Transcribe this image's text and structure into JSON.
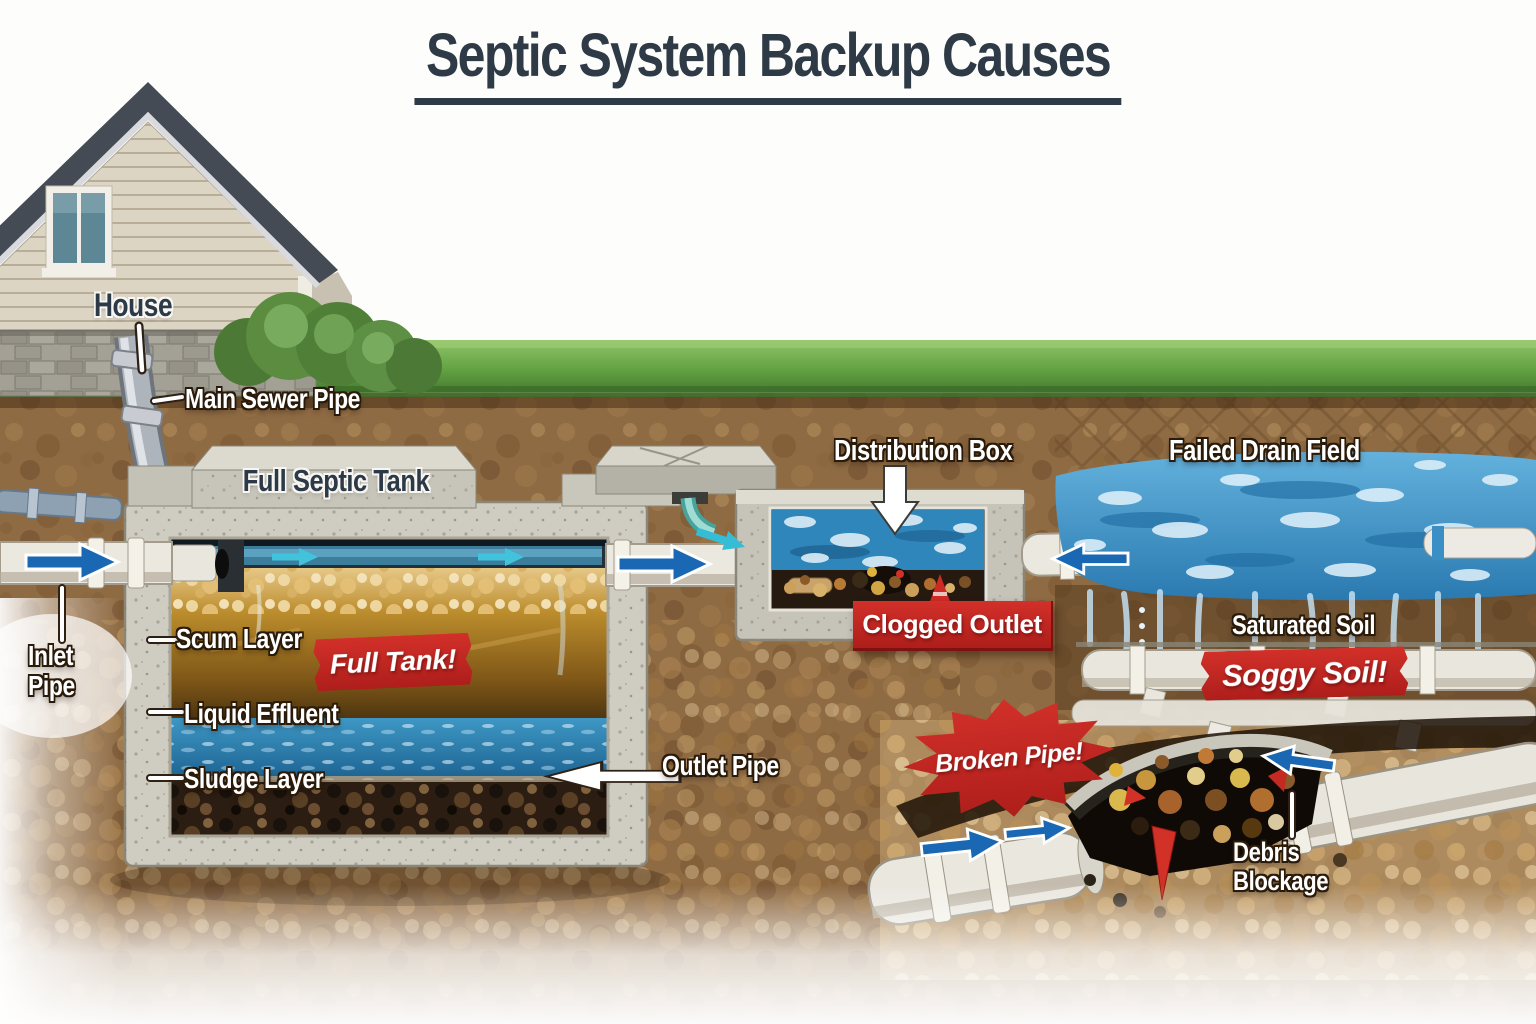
{
  "title": {
    "text": "Septic System Backup Causes"
  },
  "house": {
    "label": "House",
    "sewer_pipe_label": "Main Sewer Pipe"
  },
  "septic_tank": {
    "title": "Full Septic Tank",
    "inlet_pipe_label": "Inlet Pipe",
    "scum_layer_label": "Scum Layer",
    "liquid_effluent_label": "Liquid Effluent",
    "sludge_layer_label": "Sludge Layer",
    "outlet_pipe_label": "Outlet Pipe",
    "warning_full_tank": "Full Tank!"
  },
  "distribution_box": {
    "label": "Distribution Box",
    "warning_clogged_outlet": "Clogged Outlet"
  },
  "drain_field": {
    "label": "Failed Drain Field",
    "saturated_soil_label": "Saturated Soil",
    "warning_soggy_soil": "Soggy Soil!"
  },
  "broken_pipe": {
    "warning_broken_pipe": "Broken Pipe!",
    "debris_blockage_label": "Debris Blockage"
  },
  "colors": {
    "title_ink": "#2e3a46",
    "warning_red": "#c1272d",
    "flow_arrow_blue": "#1a67b3",
    "flow_arrow_cyan": "#41c4db",
    "water_blue": "#2f86ba",
    "grass_green": "#64a344",
    "soil_brown": "#8f6b44",
    "concrete_gray": "#cfccc1"
  }
}
